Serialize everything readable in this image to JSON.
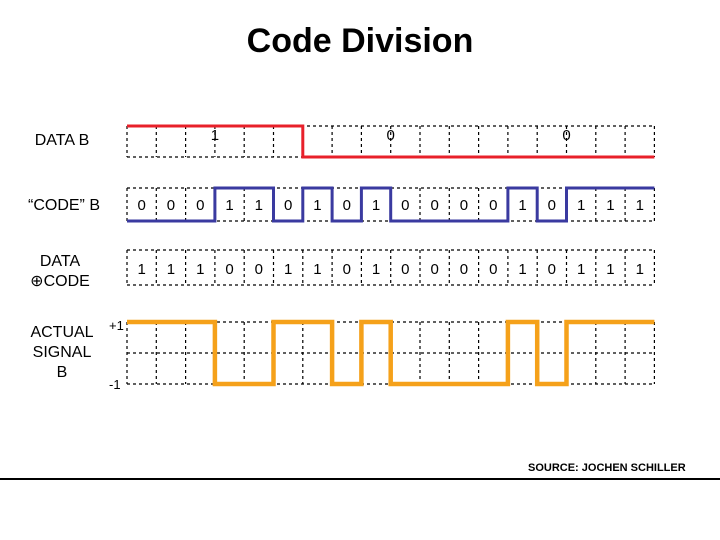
{
  "title": "Code Division",
  "labels": {
    "data_b": "DATA B",
    "code_b": "“CODE” B",
    "xor_line1": "DATA",
    "xor_line2": "⊕CODE",
    "actual_line1": "ACTUAL",
    "actual_line2": "SIGNAL",
    "actual_line3": "B"
  },
  "data_b_bits": [
    "1",
    "0",
    "0"
  ],
  "code_b_bits": [
    "0",
    "0",
    "0",
    "1",
    "1",
    "0",
    "1",
    "0",
    "1",
    "0",
    "0",
    "0",
    "0",
    "1",
    "0",
    "1",
    "1",
    "1"
  ],
  "xor_bits": [
    "1",
    "1",
    "1",
    "0",
    "0",
    "1",
    "1",
    "0",
    "1",
    "0",
    "0",
    "0",
    "0",
    "1",
    "0",
    "1",
    "1",
    "1"
  ],
  "signal": {
    "high_label": "+1",
    "low_label": "-1",
    "levels": [
      1,
      1,
      1,
      -1,
      -1,
      1,
      1,
      -1,
      1,
      -1,
      -1,
      -1,
      -1,
      1,
      -1,
      1,
      1,
      1
    ]
  },
  "colors": {
    "data": "#e8202a",
    "code": "#3a3aa0",
    "signal": "#f5a11a"
  },
  "source": "SOURCE: JOCHEN SCHILLER"
}
